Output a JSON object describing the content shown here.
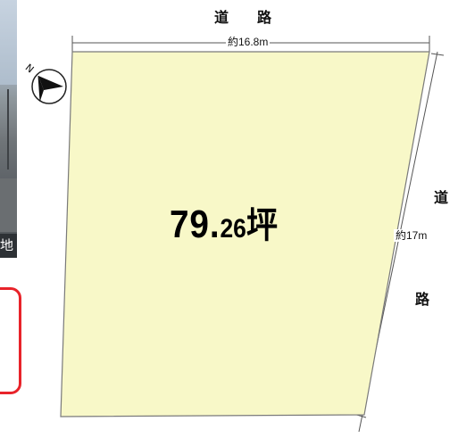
{
  "photo": {
    "caption": "地"
  },
  "roads": {
    "top": "道　　路",
    "right_top": "道",
    "right_bottom": "路"
  },
  "dimensions": {
    "top": "約16.8m",
    "right": "約17m"
  },
  "lot": {
    "area_main": "79.",
    "area_decimal": "26",
    "area_unit": "坪",
    "fill_color": "#f8f8c8"
  },
  "compass": {
    "north_label": "N"
  }
}
